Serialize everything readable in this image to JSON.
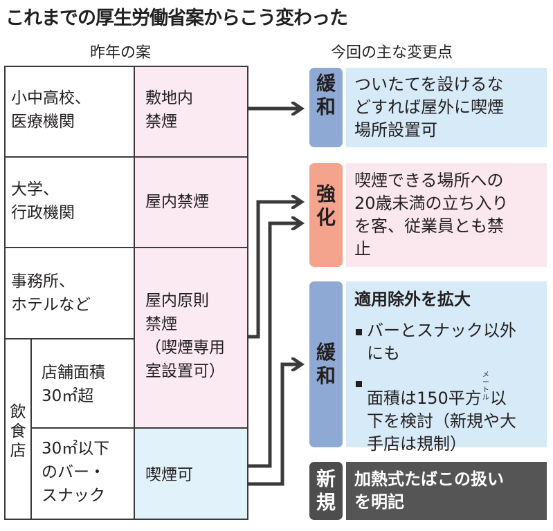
{
  "title": "これまでの厚生労働省案からこう変わった",
  "left_header": "昨年の案",
  "right_header": "今回の主な変更点",
  "rows": [
    {
      "category": [
        "小中高校、",
        "医療機関"
      ],
      "rule": [
        "敷地内",
        "禁煙"
      ]
    },
    {
      "category": [
        "大学、",
        "行政機関"
      ],
      "rule": [
        "屋内禁煙"
      ]
    },
    {
      "category": [
        "事務所、",
        "ホテルなど"
      ],
      "rule": [
        "屋内原則",
        "禁煙",
        "（喫煙専用",
        "室設置可）"
      ]
    },
    {
      "category": [
        "店舗面積",
        "30㎡超"
      ]
    },
    {
      "category": [
        "30㎡以下",
        "のバー・",
        "スナック"
      ],
      "rule": [
        "喫煙可"
      ]
    }
  ],
  "restaurant_label": "飲食店",
  "changes": [
    {
      "tag": "緩和",
      "lines": [
        "ついたてを設けるな",
        "どすれば屋外に喫煙",
        "場所設置可"
      ]
    },
    {
      "tag": "強化",
      "lines": [
        "喫煙できる場所への",
        "20歳未満の立ち入り",
        "を客、従業員とも禁",
        "止"
      ]
    },
    {
      "tag": "緩和",
      "heading": "適用除外を拡大",
      "bullets": [
        {
          "lines": [
            "バーとスナック以外",
            "にも"
          ]
        },
        {
          "lines_a": "面積は150平方",
          "unit": "メートル",
          "lines_a_end": "以",
          "lines": [
            "下を検討（新規や大",
            "手店は規制）"
          ]
        }
      ]
    },
    {
      "tag": "新規",
      "lines": [
        "加熱式たばこの扱い",
        "を明記"
      ]
    }
  ],
  "colors": {
    "pink_cell": "#fbeaf1",
    "blue_cell": "#e2f2fb",
    "tag_relax": "#8eaad4",
    "tag_strengthen": "#f4a48c",
    "tag_new": "#4d4d4d",
    "box_relax": "#d6eaf8",
    "box_strengthen": "#fbe8ef",
    "box_new": "#555555"
  }
}
